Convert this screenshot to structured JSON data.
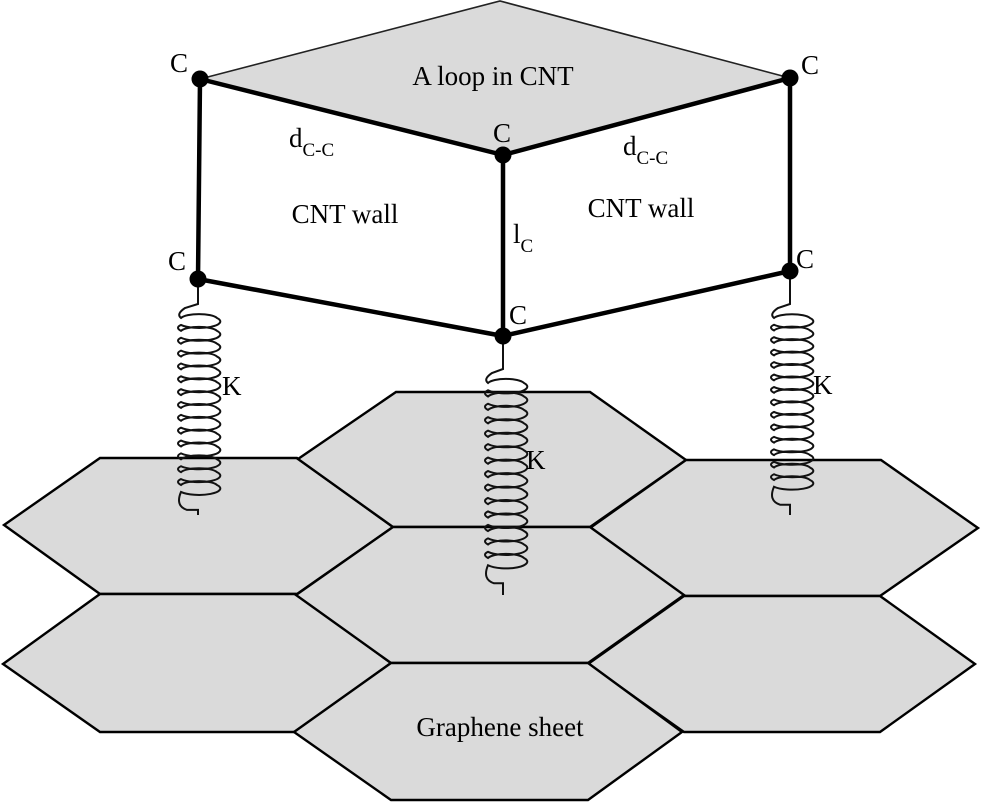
{
  "title": "CNT loop connected to graphene sheet via springs",
  "colors": {
    "sheet_fill": "#dadada",
    "loop_fill": "#dadada",
    "line": "#000000"
  },
  "labels": {
    "loop": "A loop in CNT",
    "wall_left": "CNT wall",
    "wall_right": "CNT wall",
    "bond_left_main": "d",
    "bond_left_sub": "C-C",
    "bond_right_main": "d",
    "bond_right_sub": "C-C",
    "length_main": "l",
    "length_sub": "C",
    "sheet": "Graphene sheet",
    "spring_left": "K",
    "spring_middle": "K",
    "spring_right": "K"
  },
  "nodes": [
    {
      "id": "top-left",
      "label": "C"
    },
    {
      "id": "top-middle",
      "label": "C"
    },
    {
      "id": "top-right",
      "label": "C"
    },
    {
      "id": "bottom-left",
      "label": "C"
    },
    {
      "id": "bottom-middle",
      "label": "C"
    },
    {
      "id": "bottom-right",
      "label": "C"
    }
  ],
  "springs": [
    {
      "id": "left",
      "stiffness_label": "K"
    },
    {
      "id": "middle",
      "stiffness_label": "K"
    },
    {
      "id": "right",
      "stiffness_label": "K"
    }
  ],
  "graphene_hexagons": 7
}
